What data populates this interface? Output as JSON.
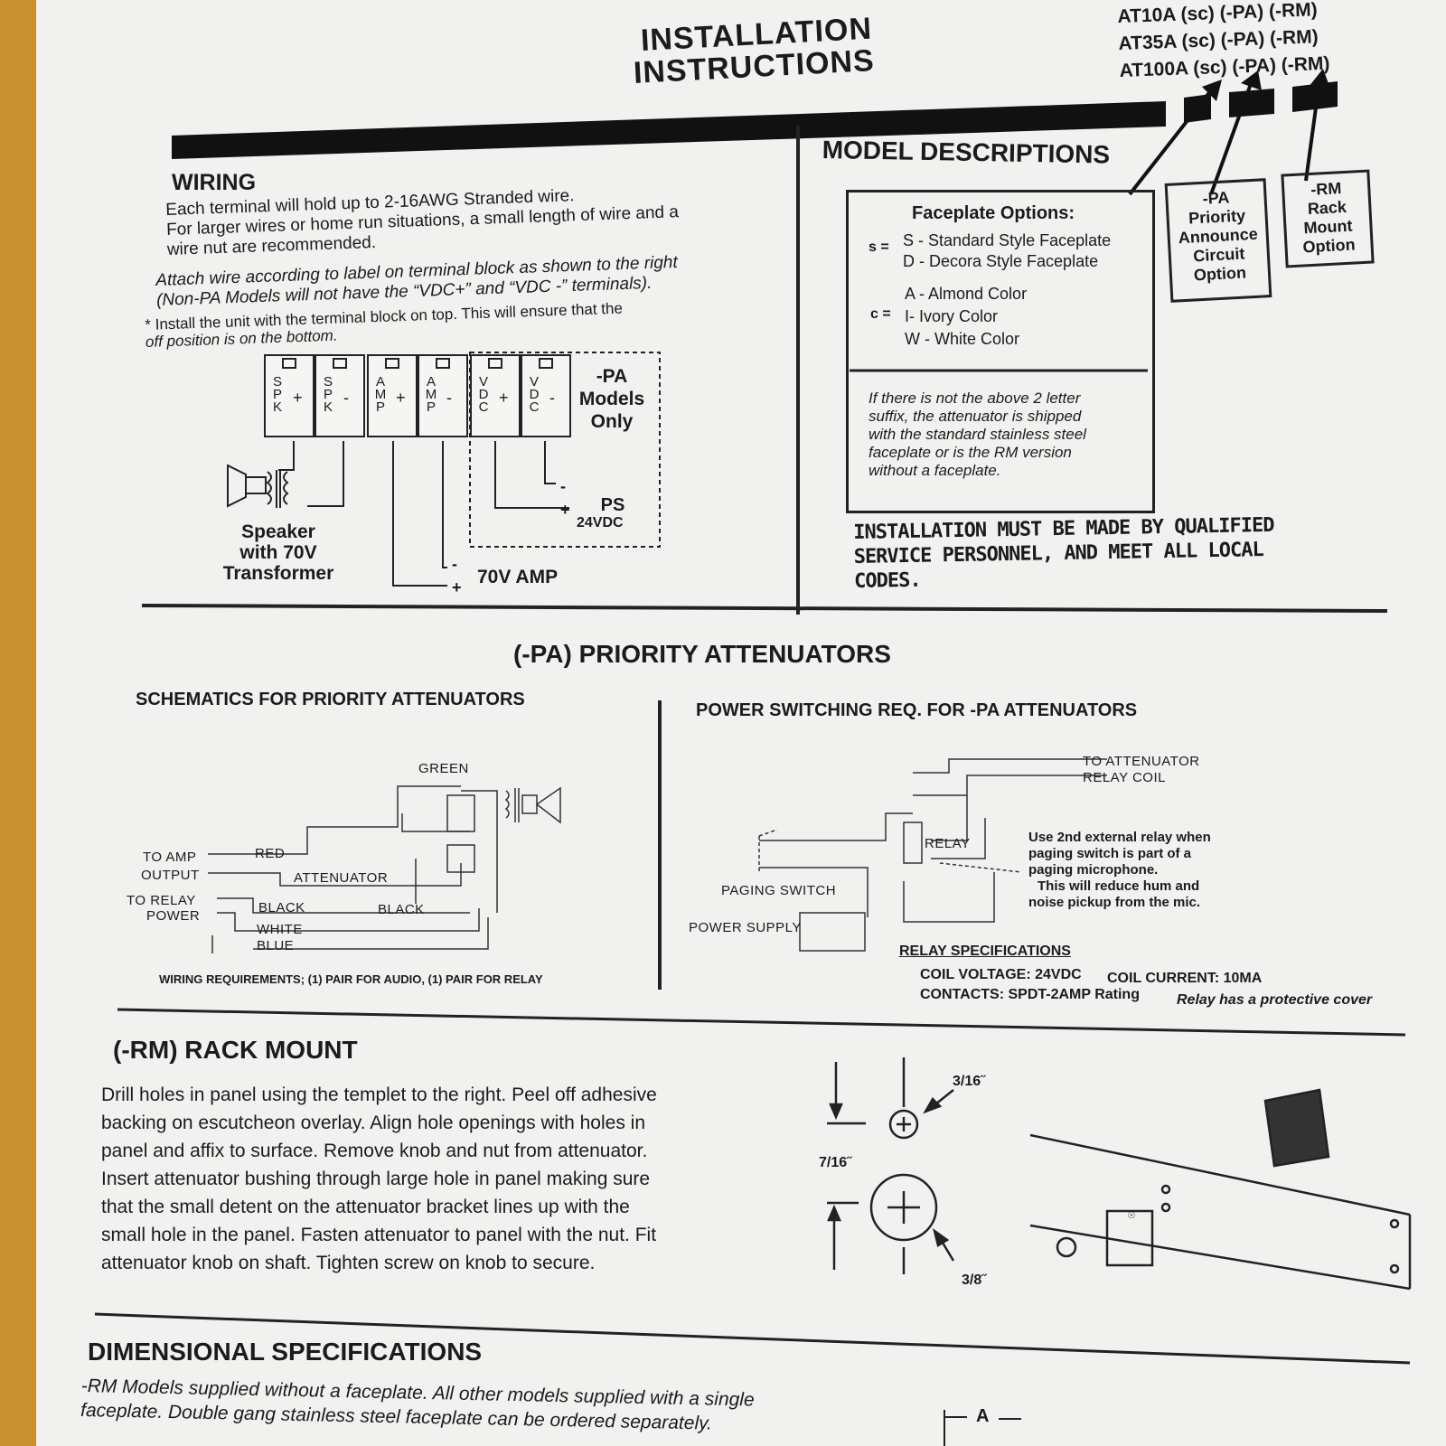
{
  "header": {
    "title_line1": "INSTALLATION",
    "title_line2": "INSTRUCTIONS",
    "models": [
      "AT10A   (sc) (-PA) (-RM)",
      "AT35A   (sc) (-PA) (-RM)",
      "AT100A (sc) (-PA) (-RM)"
    ]
  },
  "wiring": {
    "heading": "WIRING",
    "para1_l1": "Each terminal will hold up to 2-16AWG Stranded wire.",
    "para1_l2": "For larger wires or home run situations, a small length of wire and a",
    "para1_l3": "wire nut are recommended.",
    "para2_l1": "Attach wire according to label on terminal block as shown to the right",
    "para2_l2": "(Non-PA Models will not have the “VDC+” and “VDC -” terminals).",
    "note_l1": "* Install the unit with the terminal block on top.  This will ensure that the",
    "note_l2": "off position is on the bottom.",
    "terminals": [
      {
        "label": "S P K",
        "sign": "+"
      },
      {
        "label": "S P K",
        "sign": "-"
      },
      {
        "label": "A M P",
        "sign": "+"
      },
      {
        "label": "A M P",
        "sign": "-"
      },
      {
        "label": "V D C",
        "sign": "+"
      },
      {
        "label": "V D C",
        "sign": "-"
      }
    ],
    "pa_only_l1": "-PA",
    "pa_only_l2": "Models",
    "pa_only_l3": "Only",
    "ps_label": "PS",
    "ps_volts": "24VDC",
    "speaker_l1": "Speaker",
    "speaker_l2": "with 70V",
    "speaker_l3": "Transformer",
    "amp_label": "70V AMP",
    "minus": "-",
    "plus": "+"
  },
  "model_descriptions": {
    "heading": "MODEL DESCRIPTIONS",
    "faceplate_title": "Faceplate Options:",
    "s_key": "s =",
    "s_opt1": "S - Standard Style Faceplate",
    "s_opt2": "D - Decora Style Faceplate",
    "c_key": "c =",
    "c_opt1": "A -  Almond Color",
    "c_opt2": "I-  Ivory Color",
    "c_opt3": "W - White Color",
    "note_l1": "If there is not the above 2 letter",
    "note_l2": "suffix, the attenuator is shipped",
    "note_l3": "with the standard stainless steel",
    "note_l4": "faceplate or is the RM version",
    "note_l5": "without a faceplate.",
    "pa_box": [
      "-PA",
      "Priority",
      "Announce",
      "Circuit",
      "Option"
    ],
    "rm_box": [
      "-RM",
      "Rack",
      "Mount",
      "Option"
    ],
    "warning_l1": "INSTALLATION MUST BE MADE BY QUALIFIED",
    "warning_l2": "SERVICE PERSONNEL, AND MEET ALL LOCAL",
    "warning_l3": "CODES."
  },
  "priority": {
    "heading": "(-PA) PRIORITY ATTENUATORS",
    "schem_heading": "SCHEMATICS FOR PRIORITY ATTENUATORS",
    "green": "GREEN",
    "red": "RED",
    "to_amp": "TO AMP",
    "output": "OUTPUT",
    "attenuator": "ATTENUATOR",
    "to_relay": "TO RELAY",
    "power": "POWER",
    "black": "BLACK",
    "white": "WHITE",
    "blue": "BLUE",
    "wiring_req": "WIRING REQUIREMENTS; (1) PAIR FOR AUDIO, (1) PAIR FOR RELAY",
    "power_heading": "POWER SWITCHING REQ. FOR -PA ATTENUATORS",
    "to_att_l1": "TO ATTENUATOR",
    "to_att_l2": "RELAY COIL",
    "relay": "RELAY",
    "paging_switch": "PAGING  SWITCH",
    "power_supply": "POWER SUPPLY",
    "use_relay_l1": "Use  2nd external relay when",
    "use_relay_l2": "paging  switch  is  part  of  a",
    "use_relay_l3": "paging microphone.",
    "use_relay_l4": "This  will  reduce  hum  and",
    "use_relay_l5": "noise pickup from the mic.",
    "relay_spec_title": "RELAY SPECIFICATIONS",
    "coil_voltage": "COIL VOLTAGE: 24VDC",
    "coil_current": "COIL CURRENT: 10MA",
    "contacts": "CONTACTS: SPDT-2AMP Rating",
    "cover": "Relay has a protective cover"
  },
  "rack": {
    "heading": "(-RM) RACK MOUNT",
    "lines": [
      "Drill holes in panel using the templet to the right.  Peel off adhesive",
      "backing on escutcheon overlay.  Align hole openings with holes in",
      "panel and affix to surface.  Remove knob and nut from attenuator.",
      "Insert attenuator bushing through large hole in panel making sure",
      "that the small detent on the attenuator bracket lines up with the",
      "small hole in the panel.  Fasten attenuator to panel with the nut.  Fit",
      "attenuator knob on shaft.  Tighten screw on knob to secure."
    ],
    "dim_small": "3/16˝",
    "dim_mid": "7/16˝",
    "dim_large": "3/8˝"
  },
  "dimensional": {
    "heading": "DIMENSIONAL SPECIFICATIONS",
    "line1": "-RM Models supplied without a faceplate.  All other models supplied with a single",
    "line2": "faceplate.  Double gang stainless steel faceplate can be ordered separately.",
    "dim_a": "A"
  }
}
